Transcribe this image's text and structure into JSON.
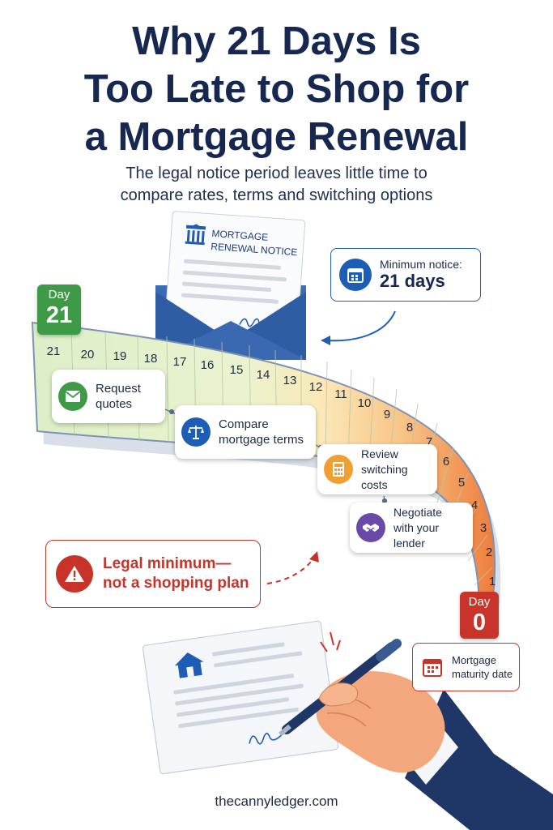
{
  "title": [
    "Why 21 Days Is",
    "Too Late to Shop for",
    "a Mortgage Renewal"
  ],
  "subtitle": [
    "The legal notice period leaves little time to",
    "compare rates, terms and switching options"
  ],
  "notice_letter": {
    "line1": "MORTGAGE",
    "line2": "RENEWAL NOTICE"
  },
  "minimum_notice": {
    "label": "Minimum notice:",
    "value": "21 days"
  },
  "timeline": {
    "start_badge": {
      "label": "Day",
      "number": "21"
    },
    "end_badge": {
      "label": "Day",
      "number": "0"
    },
    "day_numbers": [
      "21",
      "20",
      "19",
      "18",
      "17",
      "16",
      "15",
      "14",
      "13",
      "12",
      "11",
      "10",
      "9",
      "8",
      "7",
      "6",
      "5",
      "4",
      "3",
      "2",
      "1"
    ]
  },
  "steps": [
    {
      "line1": "Request",
      "line2": "quotes",
      "icon": "envelope-icon",
      "color": "#3f9a47"
    },
    {
      "line1": "Compare",
      "line2": "mortgage terms",
      "icon": "scales-icon",
      "color": "#1d5db5"
    },
    {
      "line1": "Review",
      "line2": "switching costs",
      "icon": "calculator-icon",
      "color": "#f0a030"
    },
    {
      "line1": "Negotiate",
      "line2": "with your lender",
      "icon": "handshake-icon",
      "color": "#6a4aa8"
    }
  ],
  "warning": {
    "line1": "Legal minimum—",
    "line2": "not a shopping plan"
  },
  "maturity": {
    "line1": "Mortgage",
    "line2": "maturity date"
  },
  "footer": "thecannyledger.com",
  "colors": {
    "navy": "#16284f",
    "blue": "#1d5db5",
    "green": "#3f9a47",
    "red": "#c8342a",
    "orange": "#f0a030",
    "purple": "#6a4aa8"
  }
}
